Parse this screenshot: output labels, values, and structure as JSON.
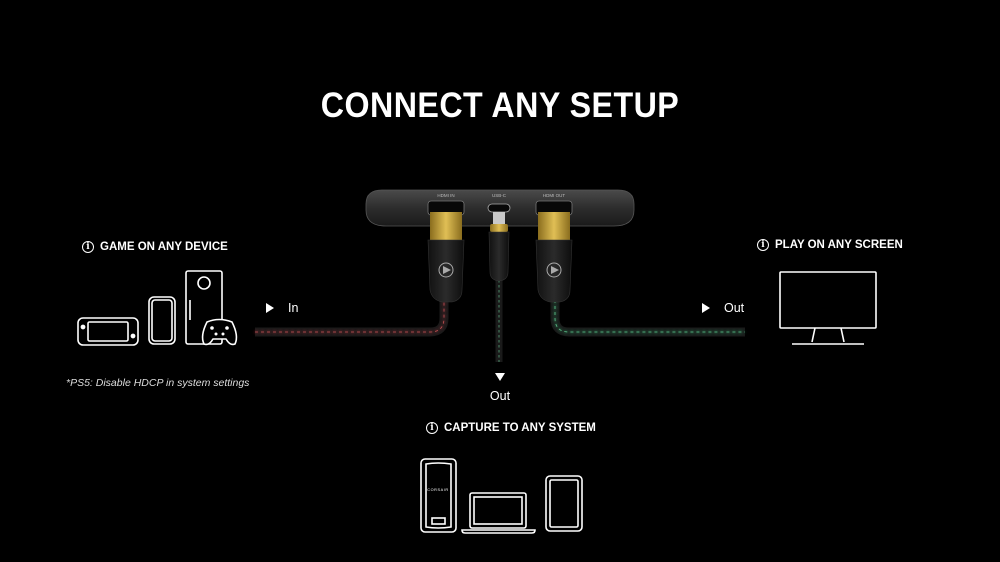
{
  "title": "CONNECT ANY SETUP",
  "sections": {
    "game": {
      "label": "GAME ON ANY DEVICE"
    },
    "play": {
      "label": "PLAY ON ANY SCREEN"
    },
    "capture": {
      "label": "CAPTURE TO ANY SYSTEM"
    }
  },
  "info_icon_glyph": "i",
  "ports": {
    "hdmi_in": "HDMI IN",
    "usb_c": "USB-C",
    "hdmi_out": "HDMI OUT"
  },
  "arrows": {
    "in": "In",
    "out_right": "Out",
    "out_down": "Out"
  },
  "note": "*PS5: Disable HDCP in system settings",
  "device_logo_text": "CORSAIR",
  "colors": {
    "background": "#000000",
    "cable_in_glow": "#c8323c",
    "cable_out_glow": "#2fcf7a",
    "cable_usb_glow": "#2fcf7a",
    "device_body": "#2a2a2a",
    "connector_gold": "#c9a53a"
  },
  "icons": [
    "switch-console-icon",
    "phone-icon",
    "xbox-console-icon",
    "controller-icon",
    "monitor-icon",
    "pc-tower-icon",
    "laptop-icon",
    "tablet-icon",
    "elgato-logo-icon"
  ]
}
